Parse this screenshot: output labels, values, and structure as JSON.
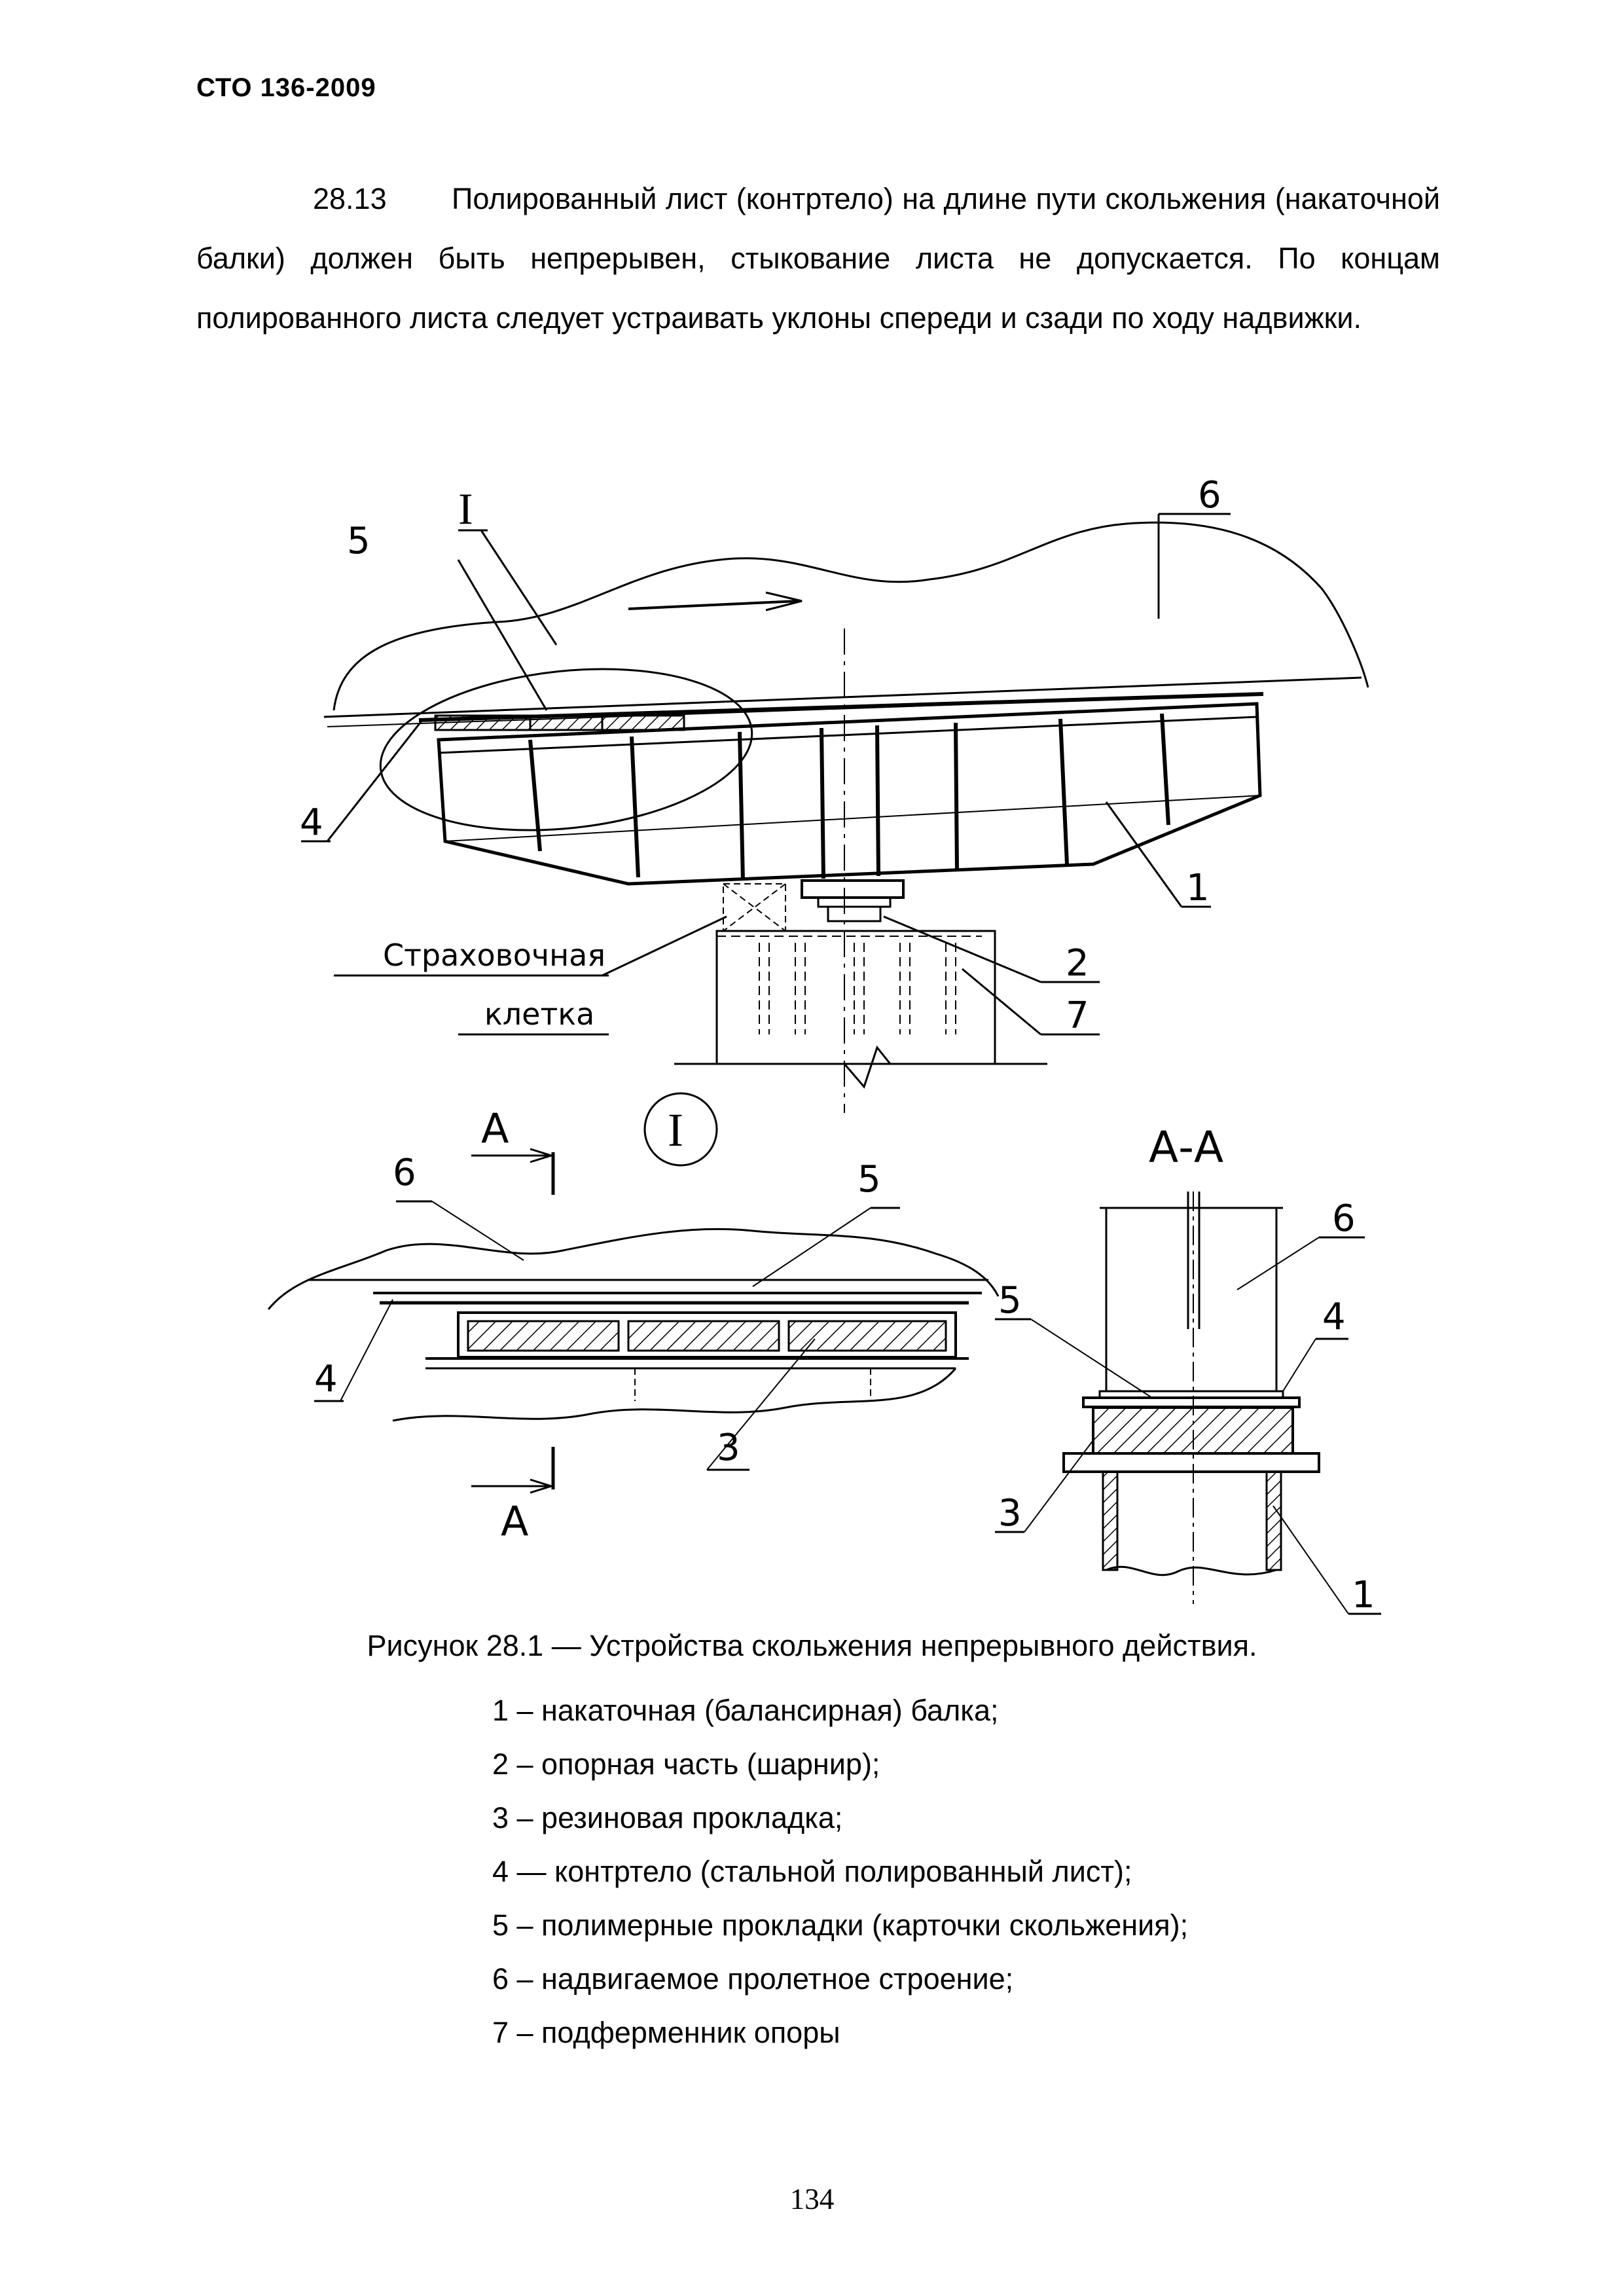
{
  "header": {
    "doc_code": "СТО 136-2009"
  },
  "paragraph": {
    "number": "28.13",
    "text": "Полированный лист (контртело) на длине пути скольжения (накаточной балки) должен быть непрерывен, стыкование листа не допускается. По концам полированного листа следует устраивать уклоны спереди и сзади по ходу надвижки."
  },
  "figure": {
    "top_view": {
      "label_detail": "I",
      "labels": {
        "n1": "1",
        "n2": "2",
        "n4": "4",
        "n5": "5",
        "n6": "6",
        "n7": "7"
      },
      "safety_cage_line1": "Страховочная",
      "safety_cage_line2": "клетка"
    },
    "detail_view": {
      "label_detail": "I",
      "section_mark": "А",
      "labels": {
        "n3": "3",
        "n4": "4",
        "n5": "5",
        "n6": "6"
      }
    },
    "section_view": {
      "title": "А-А",
      "labels": {
        "n1": "1",
        "n3": "3",
        "n4": "4",
        "n5": "5",
        "n6": "6"
      }
    }
  },
  "caption": "Рисунок 28.1 — Устройства скольжения непрерывного действия.",
  "legend": [
    "1 –  накаточная (балансирная) балка;",
    "2 –  опорная часть (шарнир);",
    "3 – резиновая прокладка;",
    "4 — контртело (стальной полированный лист);",
    "5 – полимерные прокладки (карточки скольжения);",
    "6 – надвигаемое пролетное строение;",
    "7 – подферменник опоры"
  ],
  "page_number": "134"
}
